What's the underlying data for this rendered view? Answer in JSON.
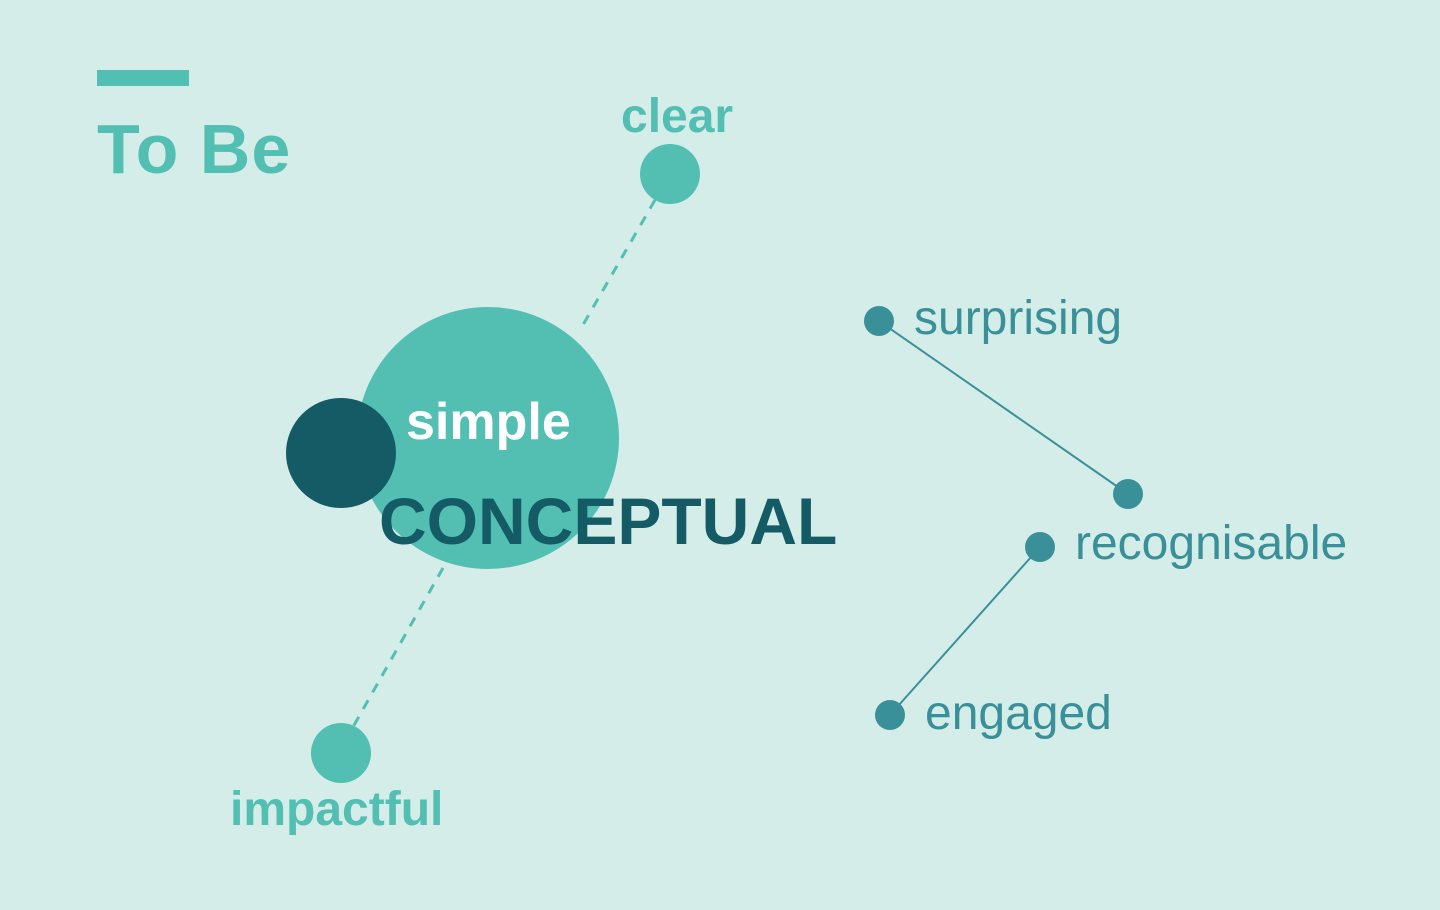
{
  "header": {
    "title": "To Be"
  },
  "diagram": {
    "center": {
      "label_top": "simple",
      "label_main": "CONCEPTUAL"
    },
    "dashed_nodes": [
      {
        "label": "clear"
      },
      {
        "label": "impactful"
      }
    ],
    "connected_nodes": [
      {
        "label": "surprising"
      },
      {
        "label": "recognisable"
      },
      {
        "label": "engaged"
      }
    ]
  },
  "colors": {
    "background": "#d4ede9",
    "teal_light": "#52bfb2",
    "teal_dark": "#145b66",
    "teal_mid": "#3a9098"
  }
}
